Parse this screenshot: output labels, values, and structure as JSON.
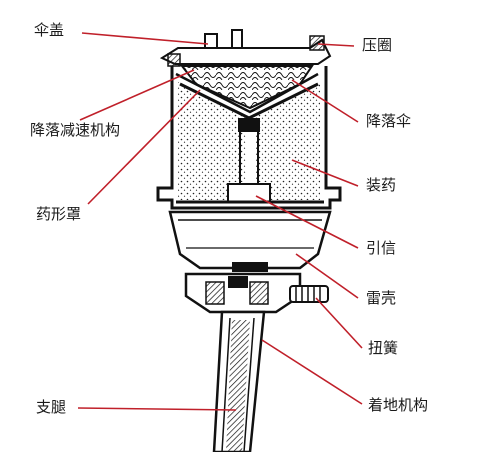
{
  "diagram": {
    "labels": {
      "parachute_cover": "伞盖",
      "pressure_ring": "压圈",
      "descent_decel_mechanism": "降落减速机构",
      "parachute": "降落伞",
      "charge": "装药",
      "charge_cover": "药形罩",
      "fuze": "引信",
      "mine_casing": "雷壳",
      "torsion_spring": "扭簧",
      "support_leg": "支腿",
      "landing_mechanism": "着地机构"
    },
    "colors": {
      "leader_line": "#c0202a",
      "outline": "#111111",
      "label_text": "#1a1a1a"
    }
  }
}
